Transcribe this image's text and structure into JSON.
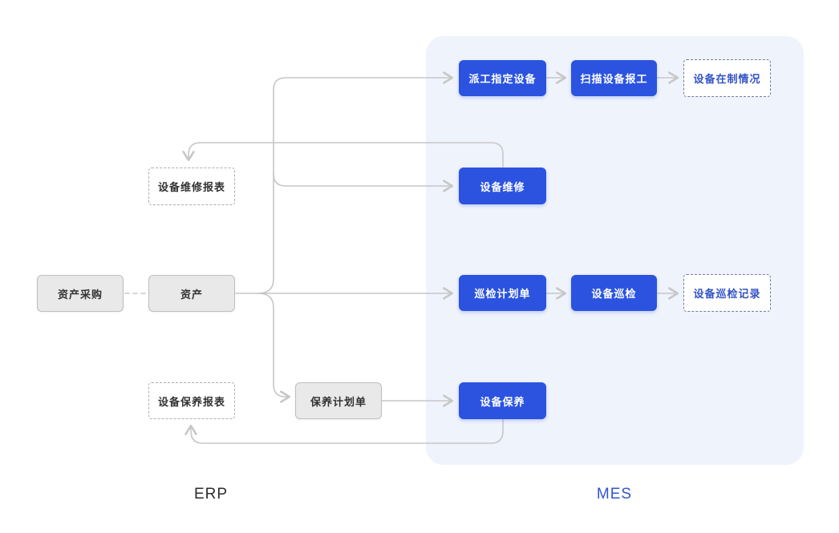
{
  "diagram": {
    "zones": {
      "erp_label": "ERP",
      "mes_label": "MES"
    },
    "nodes": {
      "asset_purchase": {
        "label": "资产采购",
        "style": "gray-solid",
        "zone": "ERP"
      },
      "asset": {
        "label": "资产",
        "style": "gray-solid",
        "zone": "ERP"
      },
      "equipment_repair_report": {
        "label": "设备维修报表",
        "style": "gray-dashed",
        "zone": "ERP"
      },
      "equipment_upkeep_report": {
        "label": "设备保养报表",
        "style": "gray-dashed",
        "zone": "ERP"
      },
      "upkeep_plan": {
        "label": "保养计划单",
        "style": "gray-solid",
        "zone": "ERP"
      },
      "dispatch_assign_equipment": {
        "label": "派工指定设备",
        "style": "blue-solid",
        "zone": "MES"
      },
      "scan_equipment_report_work": {
        "label": "扫描设备报工",
        "style": "blue-solid",
        "zone": "MES"
      },
      "equipment_wip_status": {
        "label": "设备在制情况",
        "style": "blue-dashed",
        "zone": "MES"
      },
      "equipment_repair": {
        "label": "设备维修",
        "style": "blue-solid",
        "zone": "MES"
      },
      "inspection_plan": {
        "label": "巡检计划单",
        "style": "blue-solid",
        "zone": "MES"
      },
      "equipment_inspection": {
        "label": "设备巡检",
        "style": "blue-solid",
        "zone": "MES"
      },
      "equipment_inspection_record": {
        "label": "设备巡检记录",
        "style": "blue-dashed",
        "zone": "MES"
      },
      "equipment_upkeep": {
        "label": "设备保养",
        "style": "blue-solid",
        "zone": "MES"
      }
    },
    "edges": [
      {
        "from": "asset_purchase",
        "to": "asset",
        "style": "dashed",
        "arrow": false
      },
      {
        "from": "asset",
        "to": "inspection_plan",
        "style": "solid",
        "arrow": true
      },
      {
        "from": "asset",
        "to": "dispatch_assign_equipment",
        "style": "solid",
        "arrow": true
      },
      {
        "from": "asset",
        "to": "equipment_repair",
        "style": "solid",
        "arrow": true
      },
      {
        "from": "asset",
        "to": "upkeep_plan",
        "style": "solid",
        "arrow": true
      },
      {
        "from": "dispatch_assign_equipment",
        "to": "scan_equipment_report_work",
        "style": "solid",
        "arrow": true
      },
      {
        "from": "scan_equipment_report_work",
        "to": "equipment_wip_status",
        "style": "solid",
        "arrow": true
      },
      {
        "from": "inspection_plan",
        "to": "equipment_inspection",
        "style": "solid",
        "arrow": true
      },
      {
        "from": "equipment_inspection",
        "to": "equipment_inspection_record",
        "style": "solid",
        "arrow": true
      },
      {
        "from": "upkeep_plan",
        "to": "equipment_upkeep",
        "style": "solid",
        "arrow": true
      },
      {
        "from": "equipment_repair",
        "to": "equipment_repair_report",
        "style": "solid",
        "arrow": true
      },
      {
        "from": "equipment_upkeep",
        "to": "equipment_upkeep_report",
        "style": "solid",
        "arrow": true
      }
    ],
    "colors": {
      "mes_panel_bg": "#eff3fb",
      "node_blue": "#2b53e0",
      "node_blue_text": "#ffffff",
      "node_gray_fill": "#e9e9e9",
      "node_gray_border": "#bfbfbf",
      "dashed_gray_border": "#adadad",
      "dashed_blue_border": "#6e7a9e",
      "dashed_blue_text": "#3353c6",
      "connector": "#c7c7c7",
      "erp_label_text": "#2c2c2c",
      "mes_label_text": "#3355cb",
      "dark_text": "#333333",
      "background": "#ffffff"
    }
  }
}
